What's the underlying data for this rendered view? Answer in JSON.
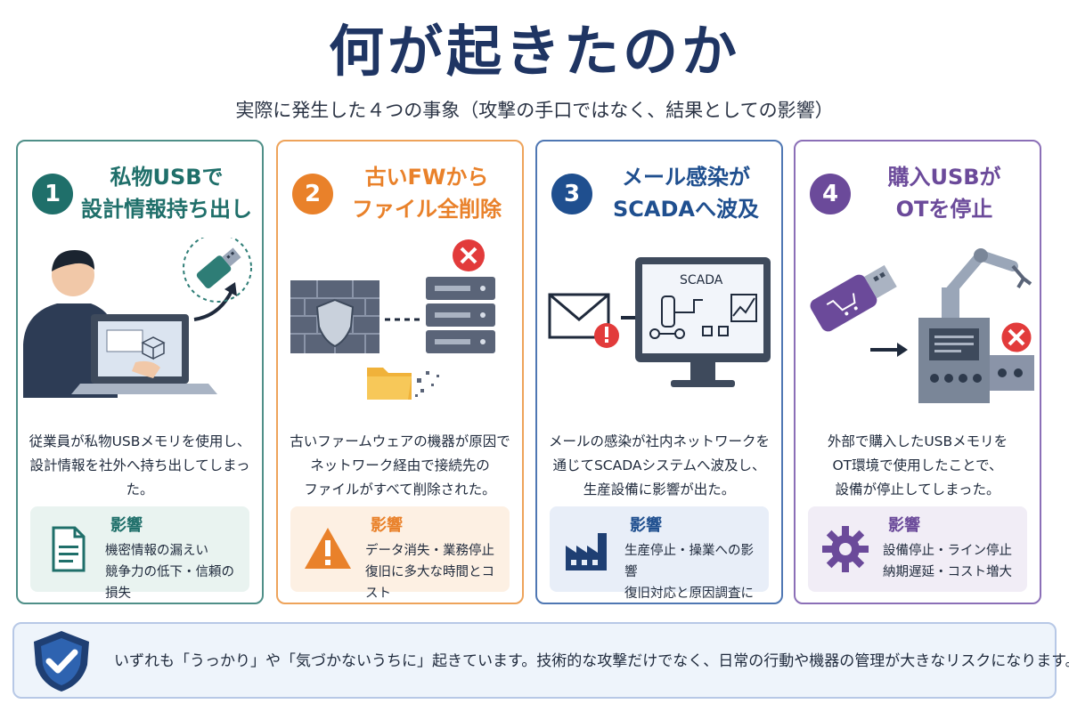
{
  "header": {
    "title": "何が起きたのか",
    "subtitle": "実際に発生した４つの事象（攻撃の手口ではなく、結果としての影響）"
  },
  "colors": {
    "card1": "#1f6f6a",
    "card2": "#e9812a",
    "card3": "#1f4f8f",
    "card4": "#6b4a9a",
    "danger": "#e23b3b",
    "navy": "#1f3563"
  },
  "cards": [
    {
      "number": "1",
      "title": "私物USBで\n設計情報持ち出し",
      "description": "従業員が私物USBメモリを使用し、\n設計情報を社外へ持ち出してしまった。",
      "impact_label": "影響",
      "impact_text": "機密情報の漏えい\n競争力の低下・信頼の損失",
      "impact_icon": "document-icon"
    },
    {
      "number": "2",
      "title": "古いFWから\nファイル全削除",
      "description": "古いファームウェアの機器が原因で\nネットワーク経由で接続先の\nファイルがすべて削除された。",
      "impact_label": "影響",
      "impact_text": "データ消失・業務停止\n復旧に多大な時間とコスト",
      "impact_icon": "warning-icon"
    },
    {
      "number": "3",
      "title": "メール感染が\nSCADAへ波及",
      "description": "メールの感染が社内ネットワークを\n通じてSCADAシステムへ波及し、\n生産設備に影響が出た。",
      "impact_label": "影響",
      "impact_text": "生産停止・操業への影響\n復旧対応と原因調査に遅延",
      "impact_icon": "factory-icon",
      "screen_label": "SCADA"
    },
    {
      "number": "4",
      "title": "購入USBが\nOTを停止",
      "description": "外部で購入したUSBメモリを\nOT環境で使用したことで、\n設備が停止してしまった。",
      "impact_label": "影響",
      "impact_text": "設備停止・ライン停止\n納期遅延・コスト増大",
      "impact_icon": "gear-icon"
    }
  ],
  "footer": {
    "message": "いずれも「うっかり」や「気づかないうちに」起きています。技術的な攻撃だけでなく、日常の行動や機器の管理が大きなリスクになります。"
  }
}
